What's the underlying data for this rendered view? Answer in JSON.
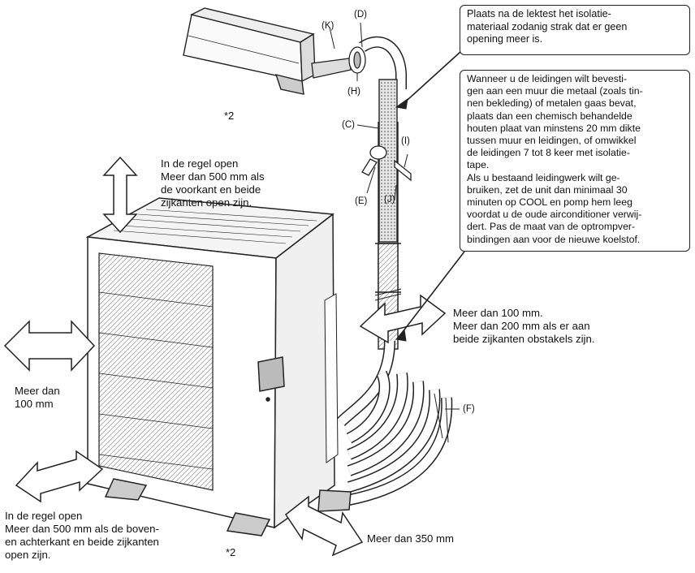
{
  "labels": {
    "K": "(K)",
    "D": "(D)",
    "H": "(H)",
    "C": "(C)",
    "I": "(I)",
    "E": "(E)",
    "J": "(J)",
    "F": "(F)",
    "note2_top": "*2",
    "note2_bottom": "*2"
  },
  "box_top": {
    "lines": [
      "Plaats na de lektest het isolatie-",
      "materiaal zodanig strak dat er geen",
      "opening meer is."
    ]
  },
  "box_main": {
    "lines": [
      "Wanneer u de leidingen wilt bevesti-",
      "gen aan een muur die metaal (zoals tin-",
      "nen bekleding) of metalen gaas bevat,",
      "plaats dan een chemisch behandelde",
      "houten plaat van minstens 20 mm dikte",
      "tussen muur en leidingen, of omwikkel",
      "de leidingen 7 tot 8 keer met isolatie-",
      "tape.",
      "Als u bestaand leidingwerk wilt ge-",
      "bruiken, zet de unit dan minimaal 30",
      "minuten op COOL en pomp hem leeg",
      "voordat u de oude airconditioner verwij-",
      "dert. Pas de maat van de optrompver-",
      "bindingen aan voor de nieuwe koelstof."
    ]
  },
  "clearances": {
    "top": {
      "line1": "In de regel open",
      "line2": "Meer dan 500 mm als",
      "line3": "de voorkant en beide",
      "line4": "zijkanten open zijn."
    },
    "right": {
      "line1": "Meer dan 100 mm.",
      "line2": "Meer dan 200 mm als er aan",
      "line3": "beide zijkanten obstakels zijn."
    },
    "left": {
      "line1": "Meer dan",
      "line2": "100 mm"
    },
    "bottom_left": {
      "line1": "In de regel open",
      "line2": "Meer dan 500 mm als de boven-",
      "line3": "en achterkant en beide zijkanten",
      "line4": "open zijn."
    },
    "bottom_right": {
      "line1": "Meer dan 350 mm"
    }
  }
}
